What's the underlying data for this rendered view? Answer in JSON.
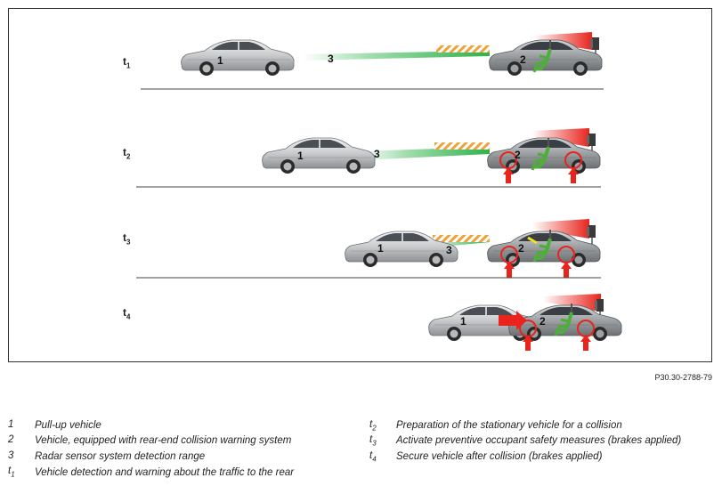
{
  "reference_code": "P30.30-2788-79",
  "time_labels": [
    {
      "main": "t",
      "sub": "1"
    },
    {
      "main": "t",
      "sub": "2"
    },
    {
      "main": "t",
      "sub": "3"
    },
    {
      "main": "t",
      "sub": "4"
    }
  ],
  "callouts": {
    "pullup": "1",
    "equipped": "2",
    "radar": "3"
  },
  "legend_left": [
    {
      "key": "1",
      "key_sub": "",
      "text": "Pull-up vehicle"
    },
    {
      "key": "2",
      "key_sub": "",
      "text": "Vehicle, equipped with rear-end collision warning system"
    },
    {
      "key": "3",
      "key_sub": "",
      "text": "Radar sensor system detection range"
    },
    {
      "key": "t",
      "key_sub": "1",
      "text": "Vehicle detection and warning about the traffic to the rear"
    }
  ],
  "legend_right": [
    {
      "key": "t",
      "key_sub": "2",
      "text": "Preparation of the stationary vehicle for a collision"
    },
    {
      "key": "t",
      "key_sub": "3",
      "text": "Activate preventive occupant safety measures (brakes applied)"
    },
    {
      "key": "t",
      "key_sub": "4",
      "text": "Secure vehicle after collision (brakes applied)"
    }
  ],
  "colors": {
    "radar_green": "#2fb34a",
    "warning_red": "#e8241c",
    "hatch_orange": "#f0a23a",
    "occupant_green": "#4caf3a",
    "car_silver": "#c8cacc"
  }
}
